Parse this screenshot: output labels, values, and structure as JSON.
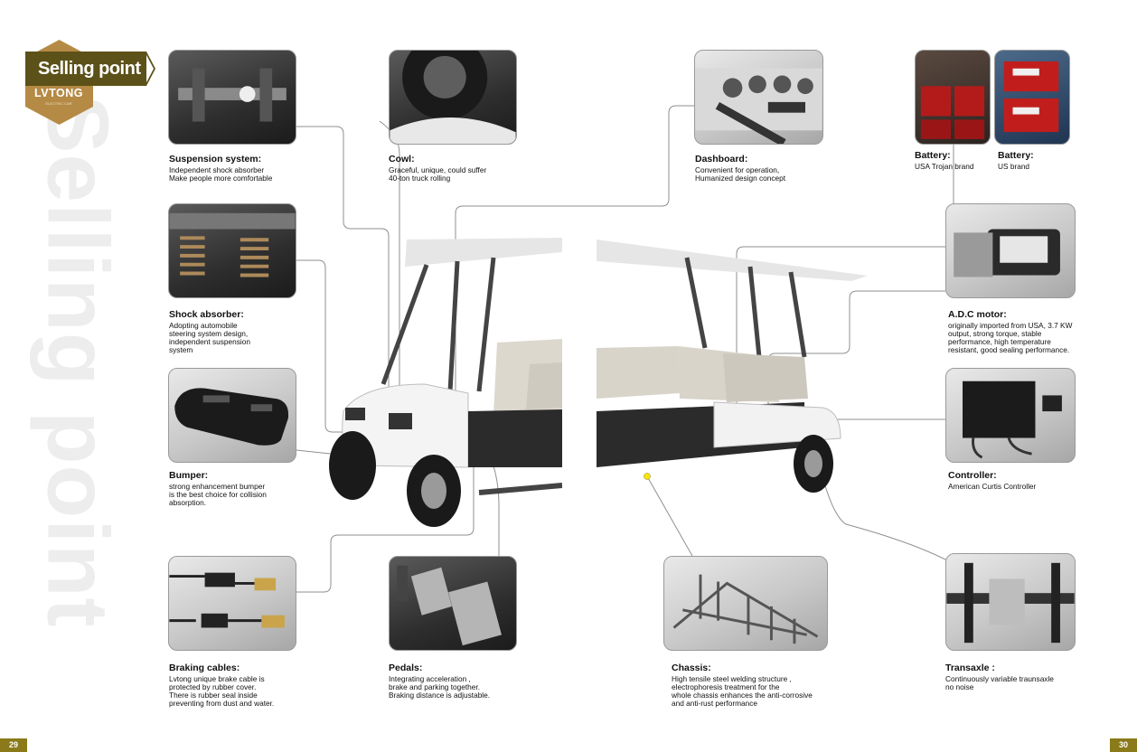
{
  "header": {
    "section_label": "Selling point",
    "brand": "LVTONG",
    "brand_tagline": "ELECTRIC CAR",
    "watermark": "Selling point"
  },
  "features": {
    "suspension": {
      "title": "Suspension system:",
      "lines": [
        "Independent shock absorber",
        "Make people more comfortable"
      ]
    },
    "cowl": {
      "title": "Cowl:",
      "lines": [
        "Graceful, unique, could suffer",
        "40-ton truck rolling"
      ]
    },
    "dashboard": {
      "title": "Dashboard:",
      "lines": [
        "Convenient for operation,",
        "Humanized design concept"
      ]
    },
    "battery_trojan": {
      "title": "Battery:",
      "lines": [
        "USA Trojan brand"
      ]
    },
    "battery_us": {
      "title": "Battery:",
      "lines": [
        "US brand"
      ]
    },
    "shock": {
      "title": "Shock absorber:",
      "lines": [
        "Adopting automobile",
        "steering system design,",
        "independent suspension",
        "system"
      ]
    },
    "motor": {
      "title": "A.D.C motor:",
      "lines": [
        "originally imported from USA, 3.7 KW",
        "output, strong torque, stable",
        "performance, high temperature",
        "resistant, good sealing performance."
      ]
    },
    "bumper": {
      "title": "Bumper:",
      "lines": [
        "strong enhancement bumper",
        "is the best choice for collision",
        "absorption."
      ]
    },
    "controller": {
      "title": "Controller:",
      "lines": [
        "American Curtis Controller"
      ]
    },
    "braking": {
      "title": "Braking cables:",
      "lines": [
        "Lvtong unique brake cable is",
        "protected by rubber cover.",
        "There is rubber seal inside",
        "preventing from dust and water."
      ]
    },
    "pedals": {
      "title": "Pedals:",
      "lines": [
        "Integrating acceleration ,",
        "brake and parking together.",
        "Braking distance is adjustable."
      ]
    },
    "chassis": {
      "title": "Chassis:",
      "lines": [
        "High tensile steel welding structure ,",
        "electrophoresis treatment for the",
        "whole chassis enhances the anti-corrosive",
        "and anti-rust performance"
      ]
    },
    "transaxle": {
      "title": "Transaxle :",
      "lines": [
        "Continuously variable traunsaxle",
        "no noise"
      ]
    }
  },
  "pages": {
    "left": "29",
    "right": "30"
  },
  "colors": {
    "accent_olive": "#5c5118",
    "badge_tan": "#b58a45",
    "page_tab": "#8a7a1a",
    "callout_dot": "#f7e600"
  }
}
